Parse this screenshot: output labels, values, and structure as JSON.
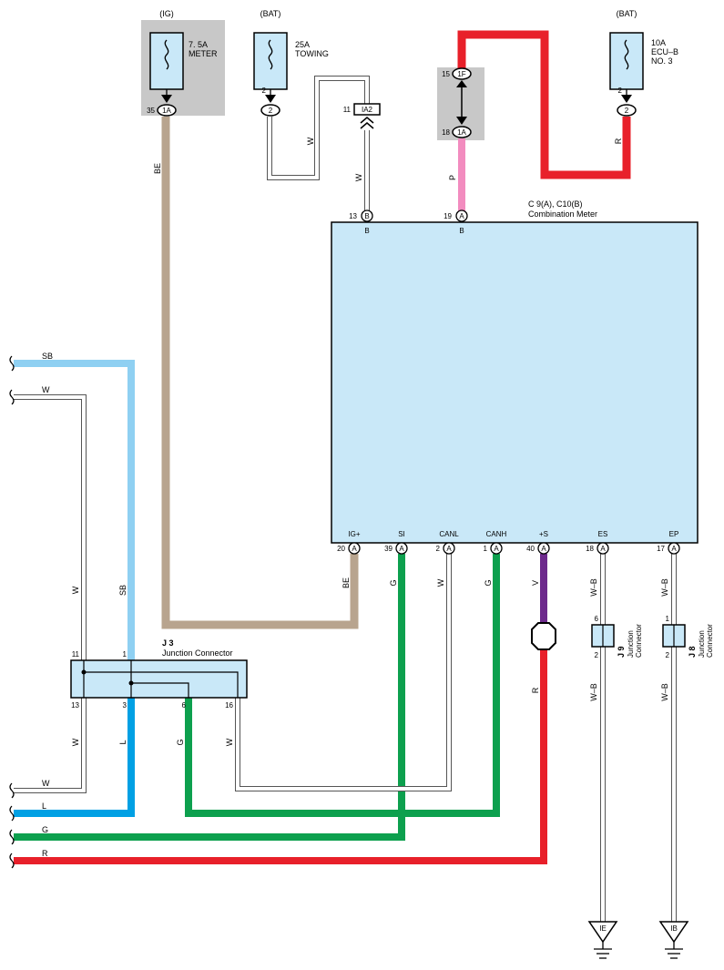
{
  "fuses": {
    "meter": {
      "source": "(IG)",
      "rating": "7. 5A",
      "name": "METER",
      "pin_num": "35",
      "pin_conn": "1A"
    },
    "towing": {
      "source": "(BAT)",
      "rating": "25A",
      "name": "TOWING",
      "pin_num": "2",
      "pin_conn": "2"
    },
    "ecub": {
      "source": "(BAT)",
      "rating": "10A",
      "name1": "ECU–B",
      "name2": "NO. 3",
      "pin_num": "2",
      "pin_conn": "2"
    }
  },
  "connectors": {
    "ia2": {
      "label": "IA2",
      "pin": "11"
    },
    "c1f": {
      "label": "1F",
      "pin": "15"
    },
    "c1a": {
      "label": "1A",
      "pin": "18"
    }
  },
  "meter": {
    "id": "C 9(A), C10(B)",
    "name": "Combination Meter",
    "top_pins": [
      {
        "num": "13",
        "conn": "B",
        "below": "B"
      },
      {
        "num": "19",
        "conn": "A",
        "below": "B"
      }
    ],
    "bottom_pins": [
      {
        "name": "IG+",
        "num": "20",
        "conn": "A"
      },
      {
        "name": "SI",
        "num": "39",
        "conn": "A"
      },
      {
        "name": "CANL",
        "num": "2",
        "conn": "A"
      },
      {
        "name": "CANH",
        "num": "1",
        "conn": "A"
      },
      {
        "name": "+S",
        "num": "40",
        "conn": "A"
      },
      {
        "name": "ES",
        "num": "18",
        "conn": "A"
      },
      {
        "name": "EP",
        "num": "17",
        "conn": "A"
      }
    ]
  },
  "junction_j3": {
    "id": "J 3",
    "name": "Junction Connector",
    "top_pins": [
      "11",
      "1"
    ],
    "bottom_pins": [
      "13",
      "3",
      "6",
      "16"
    ]
  },
  "junction_j9": {
    "id": "J 9",
    "name1": "Junction",
    "name2": "Connector",
    "pin_top": "6",
    "pin_bottom": "2"
  },
  "junction_j8": {
    "id": "J 8",
    "name1": "Junction",
    "name2": "Connector",
    "pin_top": "1",
    "pin_bottom": "2"
  },
  "wire_colors": {
    "be": "BE",
    "w": "W",
    "p": "P",
    "r": "R",
    "g": "G",
    "v": "V",
    "sb": "SB",
    "l": "L",
    "wb": "W–B"
  },
  "left_wire_labels": [
    "SB",
    "W",
    "W",
    "L",
    "G",
    "R"
  ],
  "grounds": {
    "ie": "IE",
    "ib": "IB"
  },
  "colors": {
    "beige": "#b8a48e",
    "red": "#e8202a",
    "pink": "#f28cbf",
    "green": "#0da04e",
    "purple": "#6d2a8c",
    "sky": "#8fd0f2",
    "blue": "#00a0e4",
    "box": "#c9e8f8",
    "gray": "#c8c8c8"
  }
}
